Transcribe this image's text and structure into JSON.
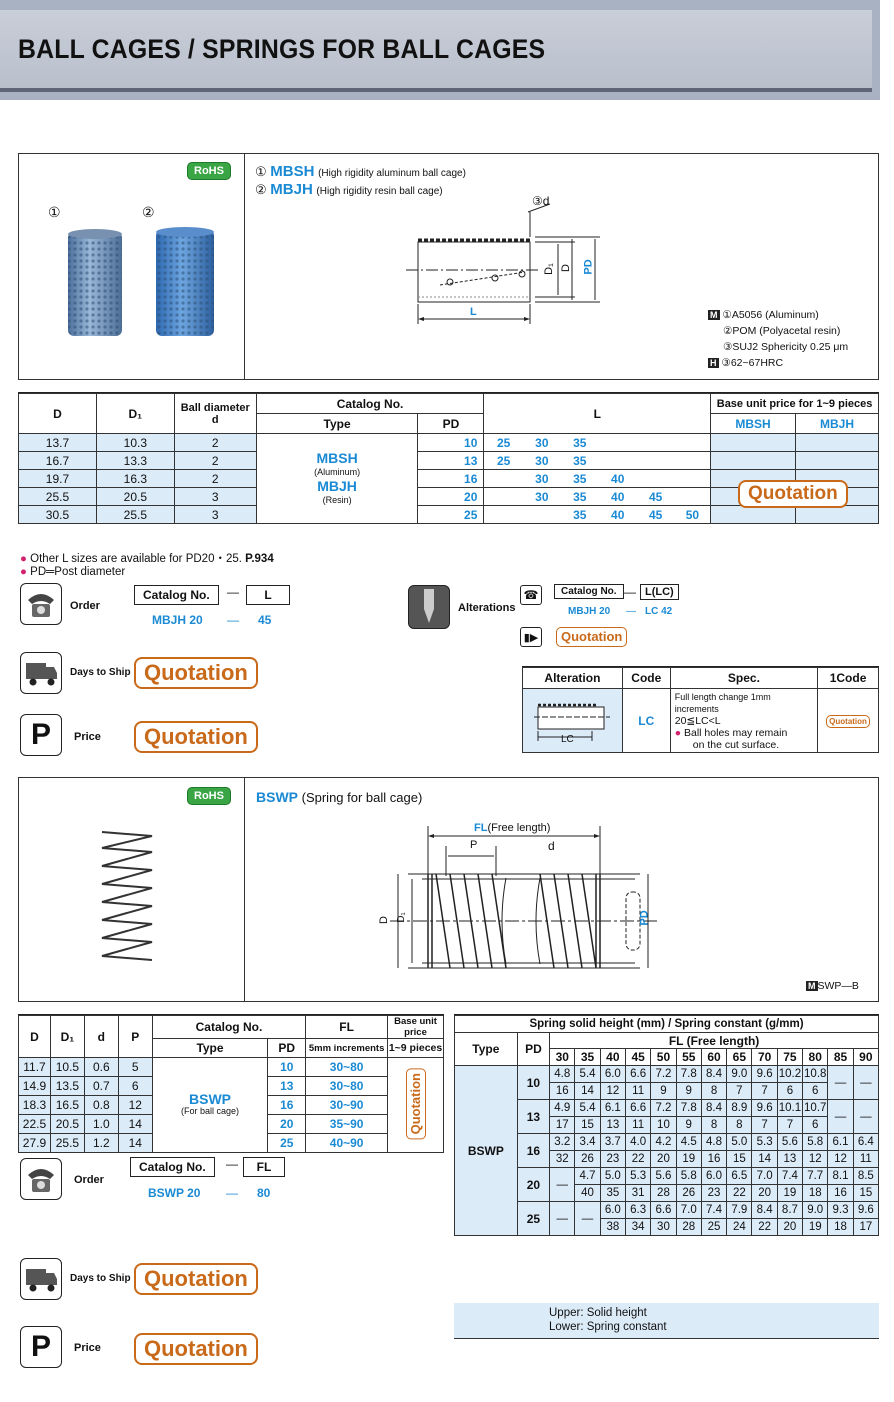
{
  "header": {
    "title": "BALL CAGES / SPRINGS FOR BALL CAGES"
  },
  "cage": {
    "rohs": "RoHS",
    "img_num1": "①",
    "img_num2": "②",
    "line1_num": "①",
    "line1_code": "MBSH",
    "line1_desc": "(High rigidity aluminum ball cage)",
    "line2_num": "②",
    "line2_code": "MBJH",
    "line2_desc": "(High rigidity resin ball cage)",
    "dim_d": "③d",
    "dim_D1": "D₁",
    "dim_D": "D",
    "dim_PD": "PD",
    "dim_L": "L",
    "mat_M": "M",
    "mat_1": "①A5056 (Aluminum)",
    "mat_2": "②POM (Polyacetal resin)",
    "mat_3": "③SUJ2  Sphericity 0.25 μm",
    "mat_H": "H",
    "mat_4": "③62~67HRC",
    "colors": {
      "cage_blue": "#5d8fc8",
      "accent": "#1a8ad4",
      "quote": "#c96a1a"
    }
  },
  "table1": {
    "h_D": "D",
    "h_D1": "D₁",
    "h_ball": "Ball diameter",
    "h_ball_d": "d",
    "h_catalog": "Catalog No.",
    "h_type": "Type",
    "h_pd": "PD",
    "h_L": "L",
    "h_base": "Base unit price for 1~9 pieces",
    "h_mbsh": "MBSH",
    "h_mbjh": "MBJH",
    "type_1": "MBSH",
    "type_1_sub": "(Aluminum)",
    "type_2": "MBJH",
    "type_2_sub": "(Resin)",
    "quote": "Quotation",
    "rows": [
      {
        "D": "13.7",
        "D1": "10.3",
        "d": "2",
        "PD": "10",
        "L": [
          "25",
          "30",
          "35",
          "",
          "",
          ""
        ]
      },
      {
        "D": "16.7",
        "D1": "13.3",
        "d": "2",
        "PD": "13",
        "L": [
          "25",
          "30",
          "35",
          "",
          "",
          ""
        ]
      },
      {
        "D": "19.7",
        "D1": "16.3",
        "d": "2",
        "PD": "16",
        "L": [
          "",
          "30",
          "35",
          "40",
          "",
          ""
        ]
      },
      {
        "D": "25.5",
        "D1": "20.5",
        "d": "3",
        "PD": "20",
        "L": [
          "",
          "30",
          "35",
          "40",
          "45",
          ""
        ]
      },
      {
        "D": "30.5",
        "D1": "25.5",
        "d": "3",
        "PD": "25",
        "L": [
          "",
          "",
          "35",
          "40",
          "45",
          "50"
        ]
      }
    ],
    "note1": "Other L sizes are available for PD20・25.",
    "note1_ref": "P.934",
    "note2": "PD═Post diameter"
  },
  "order1": {
    "order": "Order",
    "catalog": "Catalog No.",
    "dash": "—",
    "L": "L",
    "ex_code": "MBJH 20",
    "ex_dash": "—",
    "ex_L": "45",
    "alterations": "Alterations",
    "alt_catalog": "Catalog No.",
    "alt_dash": "—",
    "alt_code": "L(LC)",
    "alt_ex1": "MBJH 20",
    "alt_ex_dash": "—",
    "alt_ex2": "LC 42",
    "alt_quote": "Quotation",
    "days": "Days to Ship",
    "days_quote": "Quotation",
    "price": "Price",
    "price_quote": "Quotation",
    "alt_table": {
      "h_alt": "Alteration",
      "h_code": "Code",
      "h_spec": "Spec.",
      "h_1code": "1Code",
      "code": "LC",
      "lc_label": "LC",
      "spec1": "Full length change  1mm increments",
      "spec2": "20≦LC<L",
      "spec3": "Ball holes may remain",
      "spec4": "on the cut surface.",
      "quote": "Quotation"
    }
  },
  "spring": {
    "rohs": "RoHS",
    "code": "BSWP",
    "desc": "(Spring for ball cage)",
    "fl": "FL",
    "fl_desc": "(Free length)",
    "P": "P",
    "d": "d",
    "D": "D",
    "D1": "D₁",
    "PD": "PD",
    "mat_M": "M",
    "mat": "SWP—B"
  },
  "table2": {
    "h_D": "D",
    "h_D1": "D₁",
    "h_d": "d",
    "h_P": "P",
    "h_catalog": "Catalog No.",
    "h_type": "Type",
    "h_pd": "PD",
    "h_fl": "FL",
    "h_fl_sub": "5mm increments",
    "h_base": "Base unit price",
    "h_base_sub": "1~9 pieces",
    "type": "BSWP",
    "type_sub": "(For ball cage)",
    "quote": "Quotation",
    "rows": [
      {
        "D": "11.7",
        "D1": "10.5",
        "d": "0.6",
        "P": "5",
        "PD": "10",
        "FL": "30~80"
      },
      {
        "D": "14.9",
        "D1": "13.5",
        "d": "0.7",
        "P": "6",
        "PD": "13",
        "FL": "30~80"
      },
      {
        "D": "18.3",
        "D1": "16.5",
        "d": "0.8",
        "P": "12",
        "PD": "16",
        "FL": "30~90"
      },
      {
        "D": "22.5",
        "D1": "20.5",
        "d": "1.0",
        "P": "14",
        "PD": "20",
        "FL": "35~90"
      },
      {
        "D": "27.9",
        "D1": "25.5",
        "d": "1.2",
        "P": "14",
        "PD": "25",
        "FL": "40~90"
      }
    ]
  },
  "order2": {
    "order": "Order",
    "catalog": "Catalog No.",
    "dash": "—",
    "FL": "FL",
    "ex_code": "BSWP 20",
    "ex_dash": "—",
    "ex_fl": "80",
    "days": "Days to Ship",
    "days_quote": "Quotation",
    "price": "Price",
    "price_quote": "Quotation"
  },
  "table3": {
    "title": "Spring solid height (mm) / Spring constant (g/mm)",
    "h_type": "Type",
    "h_pd": "PD",
    "h_fl": "FL (Free length)",
    "fl_values": [
      "30",
      "35",
      "40",
      "45",
      "50",
      "55",
      "60",
      "65",
      "70",
      "75",
      "80",
      "85",
      "90"
    ],
    "type": "BSWP",
    "groups": [
      {
        "pd": "10",
        "upper": [
          "4.8",
          "5.4",
          "6.0",
          "6.6",
          "7.2",
          "7.8",
          "8.4",
          "9.0",
          "9.6",
          "10.2",
          "10.8",
          "—",
          "—"
        ],
        "lower": [
          "16",
          "14",
          "12",
          "11",
          "9",
          "9",
          "8",
          "7",
          "7",
          "6",
          "6",
          "",
          ""
        ]
      },
      {
        "pd": "13",
        "upper": [
          "4.9",
          "5.4",
          "6.1",
          "6.6",
          "7.2",
          "7.8",
          "8.4",
          "8.9",
          "9.6",
          "10.1",
          "10.7",
          "—",
          "—"
        ],
        "lower": [
          "17",
          "15",
          "13",
          "11",
          "10",
          "9",
          "8",
          "8",
          "7",
          "7",
          "6",
          "",
          ""
        ]
      },
      {
        "pd": "16",
        "upper": [
          "3.2",
          "3.4",
          "3.7",
          "4.0",
          "4.2",
          "4.5",
          "4.8",
          "5.0",
          "5.3",
          "5.6",
          "5.8",
          "6.1",
          "6.4"
        ],
        "lower": [
          "32",
          "26",
          "23",
          "22",
          "20",
          "19",
          "16",
          "15",
          "14",
          "13",
          "12",
          "12",
          "11"
        ]
      },
      {
        "pd": "20",
        "upper": [
          "—",
          "4.7",
          "5.0",
          "5.3",
          "5.6",
          "5.8",
          "6.0",
          "6.5",
          "7.0",
          "7.4",
          "7.7",
          "8.1",
          "8.5"
        ],
        "lower": [
          "",
          "40",
          "35",
          "31",
          "28",
          "26",
          "23",
          "22",
          "20",
          "19",
          "18",
          "16",
          "15"
        ]
      },
      {
        "pd": "25",
        "upper": [
          "—",
          "—",
          "6.0",
          "6.3",
          "6.6",
          "7.0",
          "7.4",
          "7.9",
          "8.4",
          "8.7",
          "9.0",
          "9.3",
          "9.6"
        ],
        "lower": [
          "",
          "",
          "38",
          "34",
          "30",
          "28",
          "25",
          "24",
          "22",
          "20",
          "19",
          "18",
          "17"
        ]
      }
    ],
    "note_upper": "Upper: Solid height",
    "note_lower": "Lower: Spring constant"
  }
}
